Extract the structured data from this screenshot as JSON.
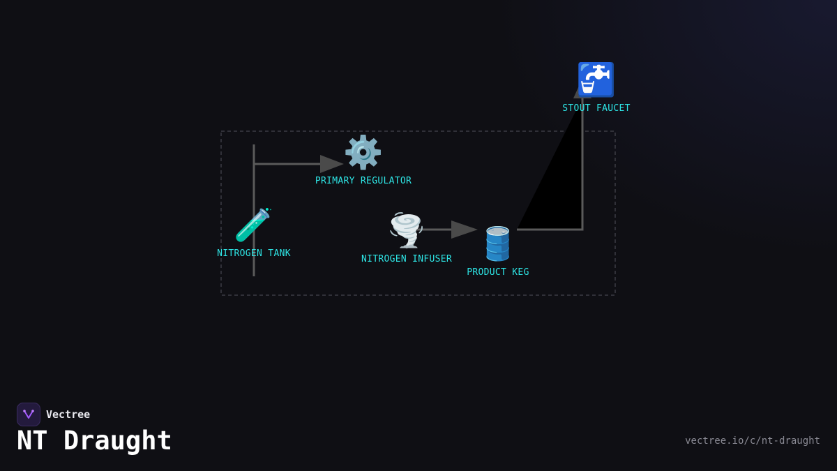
{
  "brand": {
    "name": "Vectree"
  },
  "title": "NT Draught",
  "url": "vectree.io/c/nt-draught",
  "colors": {
    "background": "#0f0f14",
    "label": "#2ee6e6",
    "edge": "#5a5a5a",
    "group_border": "#3c3c44"
  },
  "nodes": {
    "tank": {
      "label": "NITROGEN TANK",
      "icon": "test-tube-icon",
      "glyph": "🧪"
    },
    "regulator": {
      "label": "PRIMARY REGULATOR",
      "icon": "gear-icon",
      "glyph": "⚙️"
    },
    "infuser": {
      "label": "NITROGEN INFUSER",
      "icon": "tornado-icon",
      "glyph": "🌪️"
    },
    "keg": {
      "label": "PRODUCT KEG",
      "icon": "oil-drum-icon",
      "glyph": "🛢️"
    },
    "faucet": {
      "label": "STOUT FAUCET",
      "icon": "potable-water-icon",
      "glyph": "🚰"
    }
  },
  "edges": [
    {
      "from": "tank",
      "to": "regulator"
    },
    {
      "from": "infuser",
      "to": "keg"
    },
    {
      "from": "keg",
      "to": "faucet"
    }
  ]
}
